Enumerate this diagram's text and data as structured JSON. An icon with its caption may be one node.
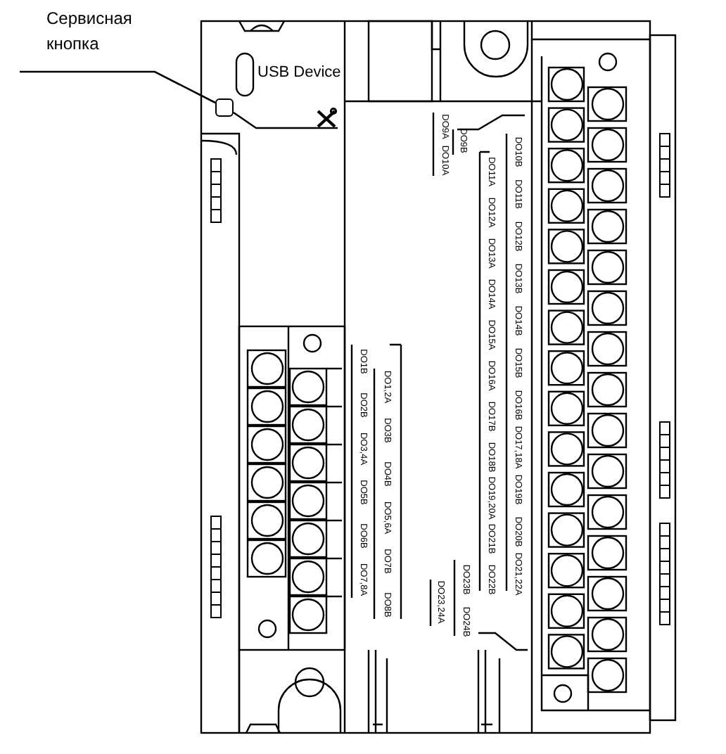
{
  "diagram": {
    "nodes": [
      {
        "text": [
          "Сервисная кнопка"
        ]
      },
      {
        "text": [],
        "shape": "box"
      }
    ],
    "edges": [
      {
        "from": 0,
        "to": 1,
        "arrow": "none"
      }
    ],
    "labels": [
      "USB Device",
      "DO1B",
      "DO2B",
      "DO3,4A",
      "DO5B",
      "DO6B",
      "DO7,8A",
      "DO1,2A",
      "DO3B",
      "DO4B",
      "DO5,6A",
      "DO7B",
      "DO8B",
      "DO9A",
      "DO10A",
      "DO9B",
      "DO11A",
      "DO12A",
      "DO13A",
      "DO14A",
      "DO15A",
      "DO16A",
      "DO17B",
      "DO18B",
      "DO19,20A",
      "DO21B",
      "DO22B",
      "DO10B",
      "DO11B",
      "DO12B",
      "DO13B",
      "DO14B",
      "DO15B",
      "DO16B",
      "DO17,18A",
      "DO19B",
      "DO20B",
      "DO21,22A",
      "DO23,24A",
      "DO23B",
      "DO24B"
    ]
  }
}
